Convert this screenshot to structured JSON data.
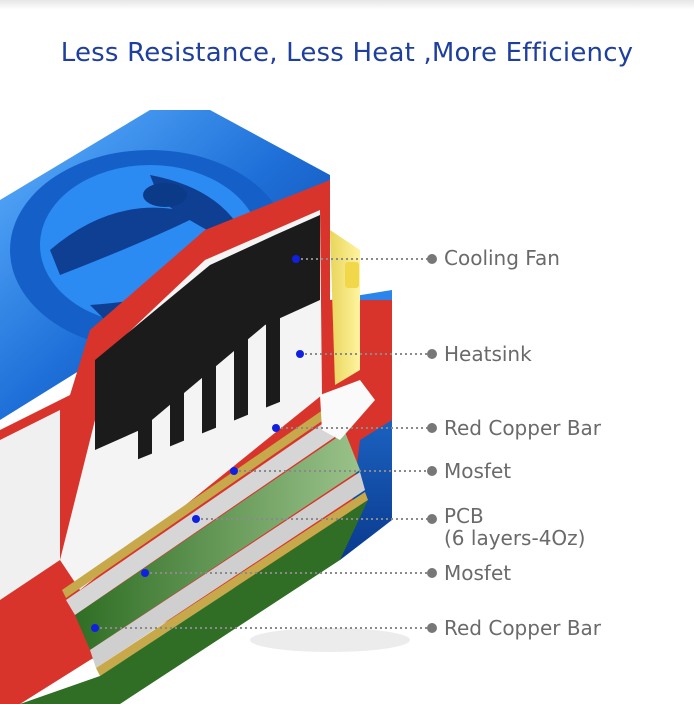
{
  "title": "Less Resistance, Less Heat ,More Efficiency",
  "colors": {
    "title": "#1f3f9e",
    "label": "#6a6a6a",
    "fan_blue": "#1e6fd8",
    "red_copper": "#d8342c",
    "heatsink": "#f2f2f2",
    "fan_block": "#1a1a1a",
    "pcb_green": "#3a7a2a",
    "dot_blue": "#1020e0",
    "dot_gray": "#777777"
  },
  "callouts": [
    {
      "label": "Cooling Fan",
      "sub": ""
    },
    {
      "label": "Heatsink",
      "sub": ""
    },
    {
      "label": "Red Copper Bar",
      "sub": ""
    },
    {
      "label": "Mosfet",
      "sub": ""
    },
    {
      "label": "PCB",
      "sub": "(6 layers-4Oz)"
    },
    {
      "label": "Mosfet",
      "sub": ""
    },
    {
      "label": "Red Copper Bar",
      "sub": ""
    }
  ]
}
